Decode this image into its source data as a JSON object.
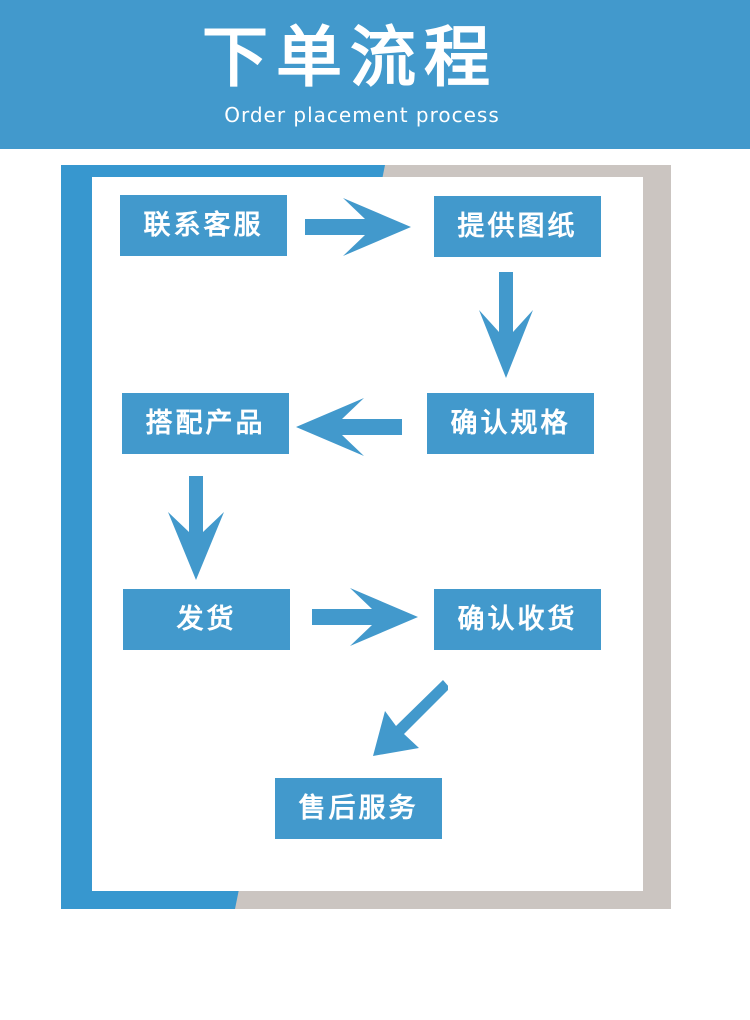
{
  "header": {
    "title": "下单流程",
    "subtitle": "Order placement process"
  },
  "colors": {
    "header": "#4299cc",
    "box": "#4299cc",
    "arrow": "#4299cc",
    "frame_blue": "#3797cf",
    "frame_gray": "#cbc5c1",
    "text": "#ffffff"
  },
  "steps": [
    {
      "label": "联系客服"
    },
    {
      "label": "提供图纸"
    },
    {
      "label": "确认规格"
    },
    {
      "label": "搭配产品"
    },
    {
      "label": "发货"
    },
    {
      "label": "确认收货"
    },
    {
      "label": "售后服务"
    }
  ],
  "flow": [
    {
      "from": "联系客服",
      "to": "提供图纸"
    },
    {
      "from": "提供图纸",
      "to": "确认规格"
    },
    {
      "from": "确认规格",
      "to": "搭配产品"
    },
    {
      "from": "搭配产品",
      "to": "发货"
    },
    {
      "from": "发货",
      "to": "确认收货"
    },
    {
      "from": "确认收货",
      "to": "售后服务"
    }
  ]
}
